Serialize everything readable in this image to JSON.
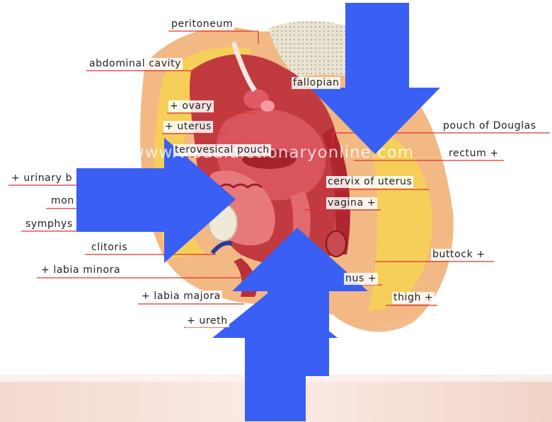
{
  "watermark": "www.visualdictionaryonline.com",
  "labels": {
    "peritoneum": "peritoneum",
    "abdominal_cavity": "abdominal cavity",
    "fallopian": "fallopian",
    "ovary": "+ ovary",
    "uterus": "+ uterus",
    "pouch_of_douglas": "pouch of Douglas",
    "uterovesical_pouch": "terovesical pouch",
    "rectum": "rectum +",
    "urinary_b": "+ urinary b",
    "cervix": "cervix of uterus",
    "mons": "mon",
    "vagina": "vagina +",
    "symphysis": "symphys",
    "clitoris": "clitoris",
    "buttock": "buttock +",
    "labia_minora": "+ labia minora",
    "anus": "nus +",
    "labia_majora": "+ labia majora",
    "thigh": "thigh +",
    "urethra": "+ ureth"
  },
  "colors": {
    "arrow_fill": "#3a5ff5",
    "leader_line": "#d33333",
    "skin": "#f2b985",
    "fat": "#f6cf5a",
    "organ": "#b72b34",
    "organ_light": "#d9545c",
    "bone": "#efe9d8"
  },
  "arrows": [
    "arrow-down",
    "arrow-right",
    "arrow-up",
    "arrow-up"
  ]
}
